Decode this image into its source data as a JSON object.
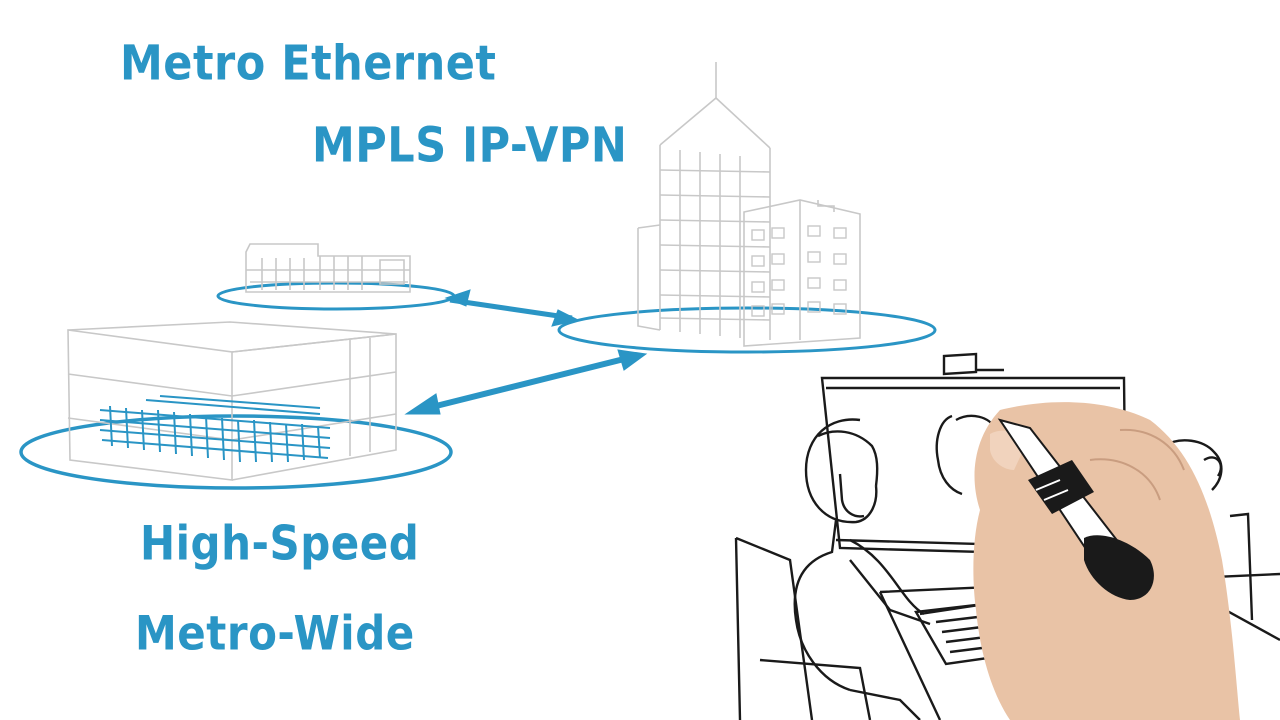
{
  "labels": {
    "metro_ethernet": "Metro Ethernet",
    "mpls_ip_vpn": "MPLS IP-VPN",
    "high_speed": "High-Speed",
    "metro_wide": "Metro-Wide"
  },
  "colors": {
    "accent": "#2a95c5",
    "sketch_gray": "#c8c8c8",
    "ink": "#1a1a1a",
    "skin": "#e9c3a6"
  },
  "icons": [
    "small-office-icon",
    "tower-building-icon",
    "data-center-icon",
    "video-conference-icon",
    "marker-hand-icon"
  ]
}
